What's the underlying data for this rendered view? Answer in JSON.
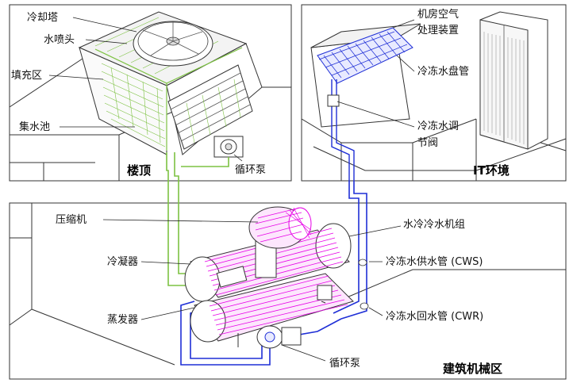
{
  "panels": {
    "roof": {
      "title": "楼顶"
    },
    "it": {
      "title": "IT环境"
    },
    "mech": {
      "title": "建筑机械区"
    }
  },
  "labels": {
    "cooling_tower": "冷却塔",
    "water_nozzle": "水喷头",
    "fill_zone": "填充区",
    "collection_basin": "集水池",
    "roof_pump": "循环泵",
    "crah_line1": "机房空气",
    "crah_line2": "处理装置",
    "chw_coil": "冷冻水盘管",
    "chw_valve_line1": "冷冻水调",
    "chw_valve_line2": "节阀",
    "compressor": "压缩机",
    "chiller": "水冷冷水机组",
    "condenser": "冷凝器",
    "cws": "冷冻水供水管 (CWS)",
    "evaporator": "蒸发器",
    "cwr": "冷冻水回水管 (CWR)",
    "mech_pump": "循环泵"
  },
  "colors": {
    "condenser_water": "#7dc242",
    "chilled_water": "#1f2fd6",
    "refrigerant": "#e600e6",
    "outline": "#333333"
  }
}
